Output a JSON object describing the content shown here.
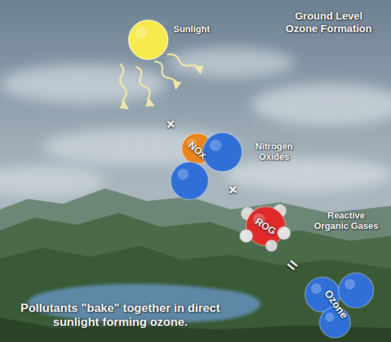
{
  "diagram": {
    "title": "Ground Level Ozone Formation",
    "caption": "Pollutants \"bake\" together in direct sunlight forming ozone.",
    "nodes": [
      {
        "text": [
          "Sunlight"
        ]
      },
      {
        "text": [
          "NOx",
          "Nitrogen Oxides"
        ]
      },
      {
        "text": [
          "ROG",
          "Reactive Organic Gases"
        ]
      },
      {
        "text": [
          "Ozone"
        ]
      }
    ],
    "labels": [
      "+",
      "+",
      "="
    ]
  }
}
